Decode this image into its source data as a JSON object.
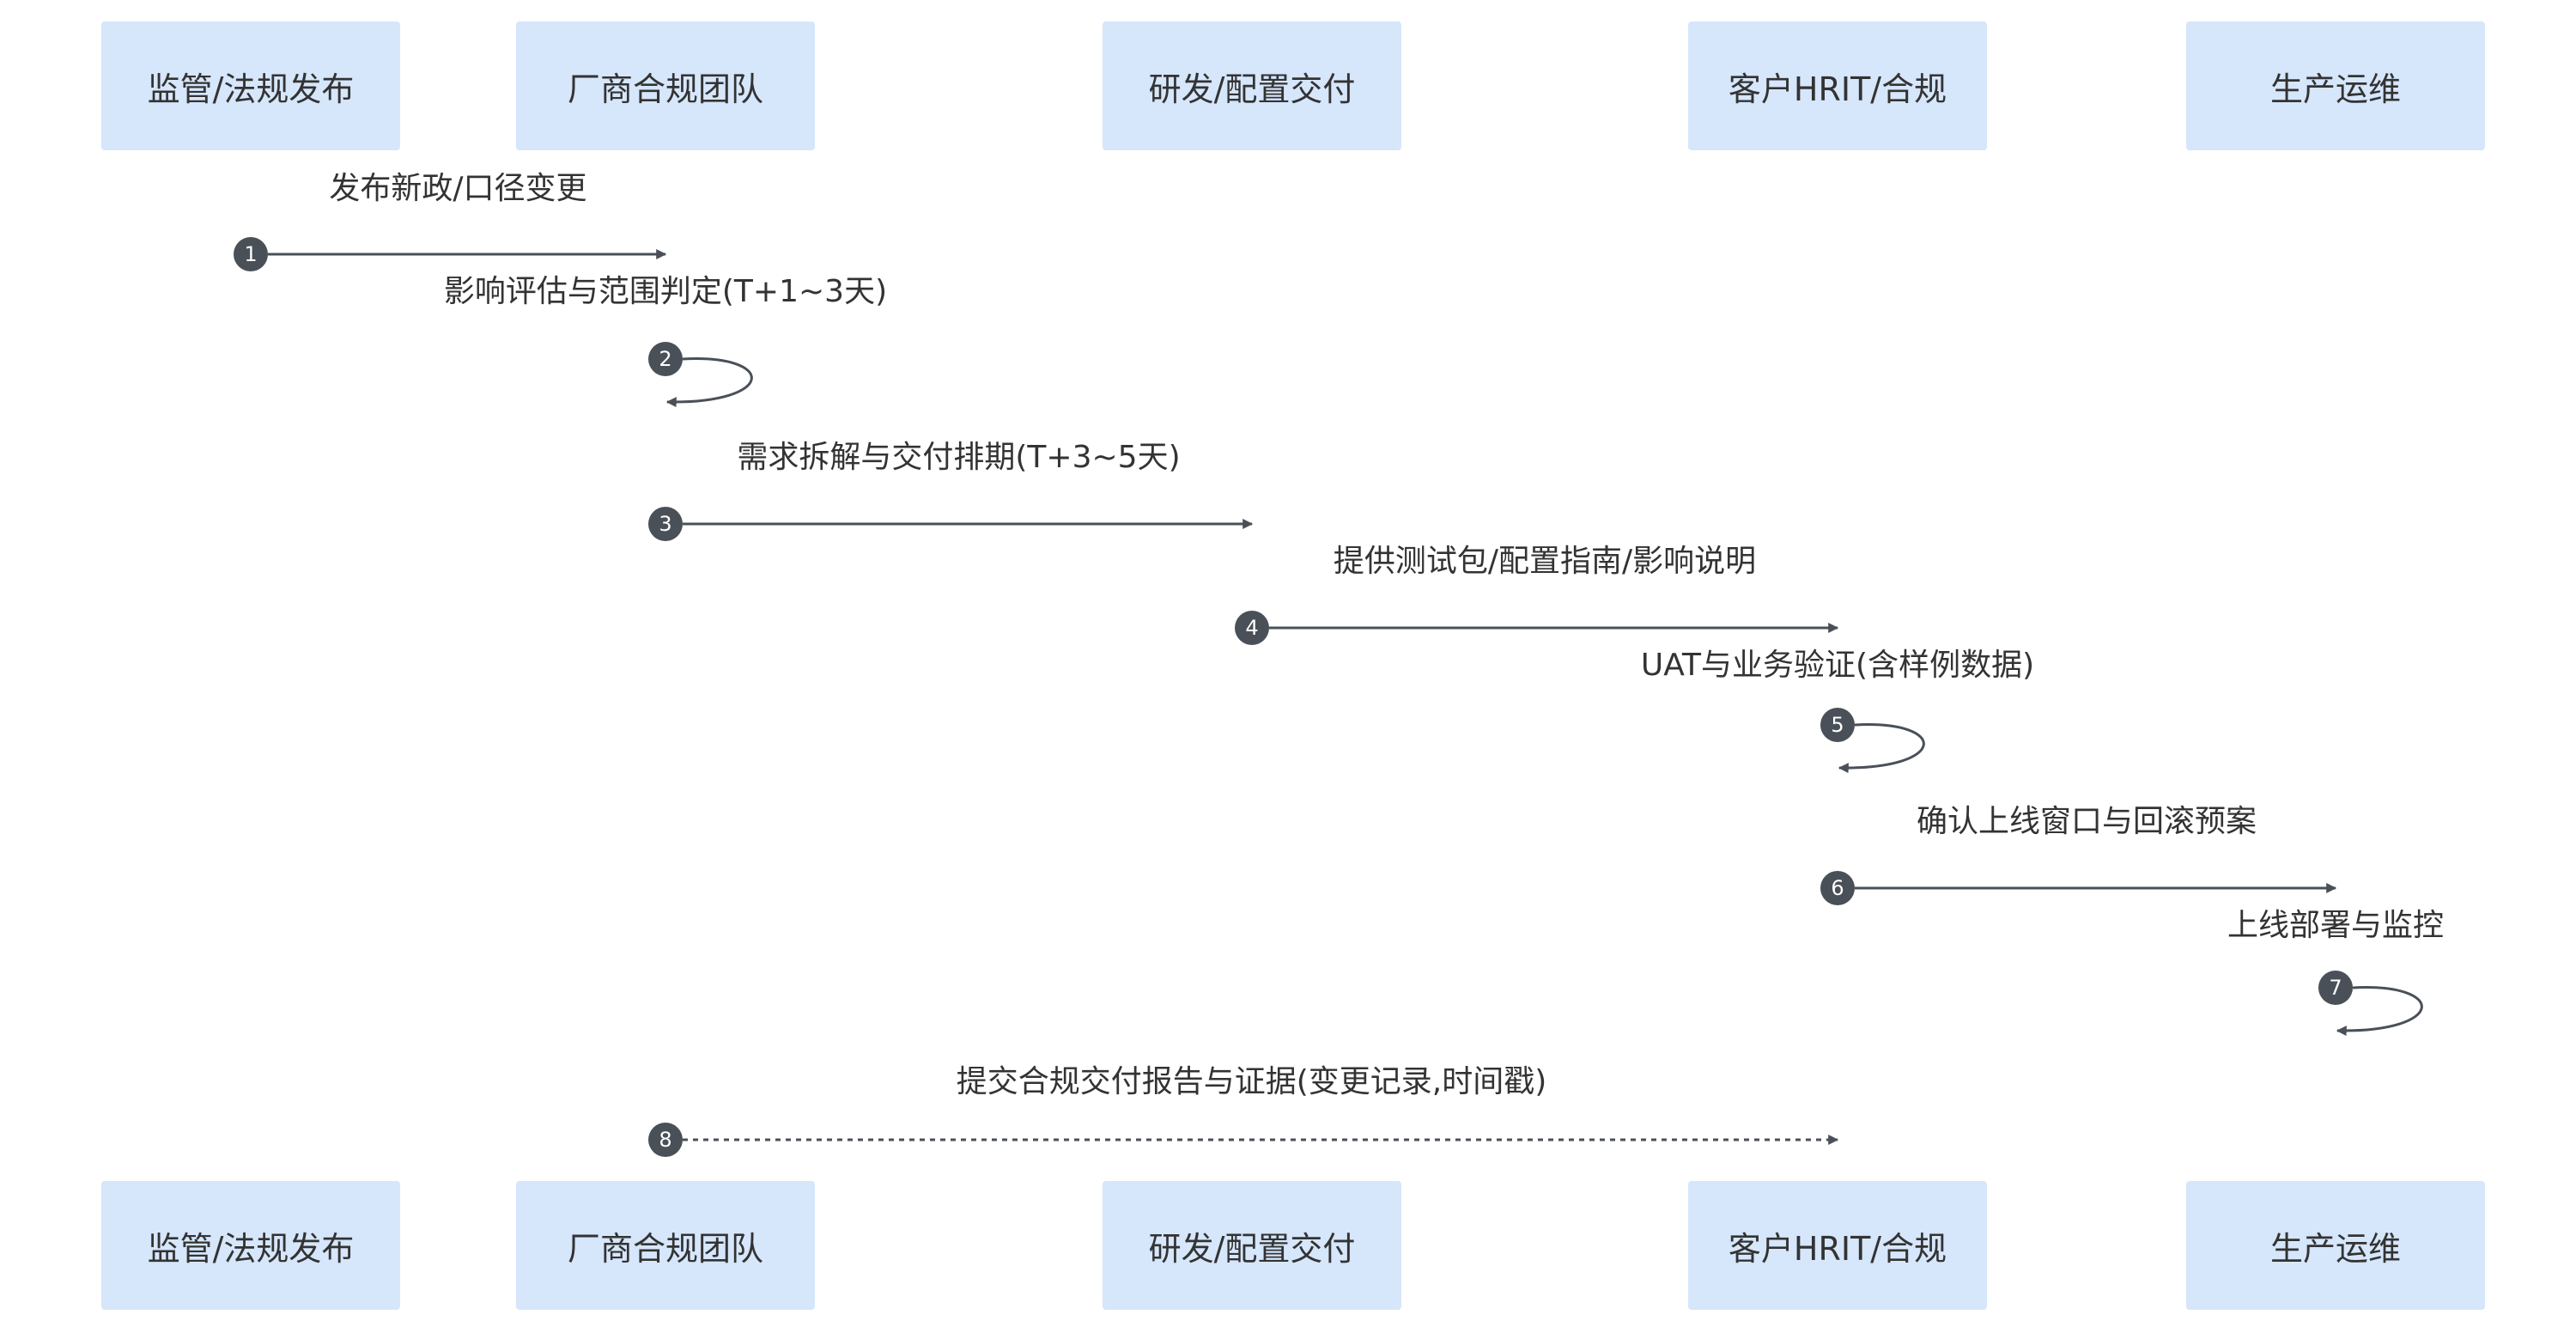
{
  "colors": {
    "actor_fill": "#d6e6fb",
    "line": "#4a5058",
    "badge": "#4a5058",
    "text": "#333333"
  },
  "actors": [
    {
      "id": "regulator",
      "label": "监管/法规发布"
    },
    {
      "id": "vendor",
      "label": "厂商合规团队"
    },
    {
      "id": "rnd",
      "label": "研发/配置交付"
    },
    {
      "id": "customer",
      "label": "客户HRIT/合规"
    },
    {
      "id": "ops",
      "label": "生产运维"
    }
  ],
  "messages": [
    {
      "num": "1",
      "from": "regulator",
      "to": "vendor",
      "label": "发布新政/口径变更",
      "style": "solid"
    },
    {
      "num": "2",
      "from": "vendor",
      "to": "vendor",
      "label": "影响评估与范围判定(T+1~3天)",
      "style": "solid"
    },
    {
      "num": "3",
      "from": "vendor",
      "to": "rnd",
      "label": "需求拆解与交付排期(T+3~5天)",
      "style": "solid"
    },
    {
      "num": "4",
      "from": "rnd",
      "to": "customer",
      "label": "提供测试包/配置指南/影响说明",
      "style": "solid"
    },
    {
      "num": "5",
      "from": "customer",
      "to": "customer",
      "label": "UAT与业务验证(含样例数据)",
      "style": "solid"
    },
    {
      "num": "6",
      "from": "customer",
      "to": "ops",
      "label": "确认上线窗口与回滚预案",
      "style": "solid"
    },
    {
      "num": "7",
      "from": "ops",
      "to": "ops",
      "label": "上线部署与监控",
      "style": "solid"
    },
    {
      "num": "8",
      "from": "vendor",
      "to": "customer",
      "label": "提交合规交付报告与证据(变更记录,时间戳)",
      "style": "dashed"
    }
  ]
}
